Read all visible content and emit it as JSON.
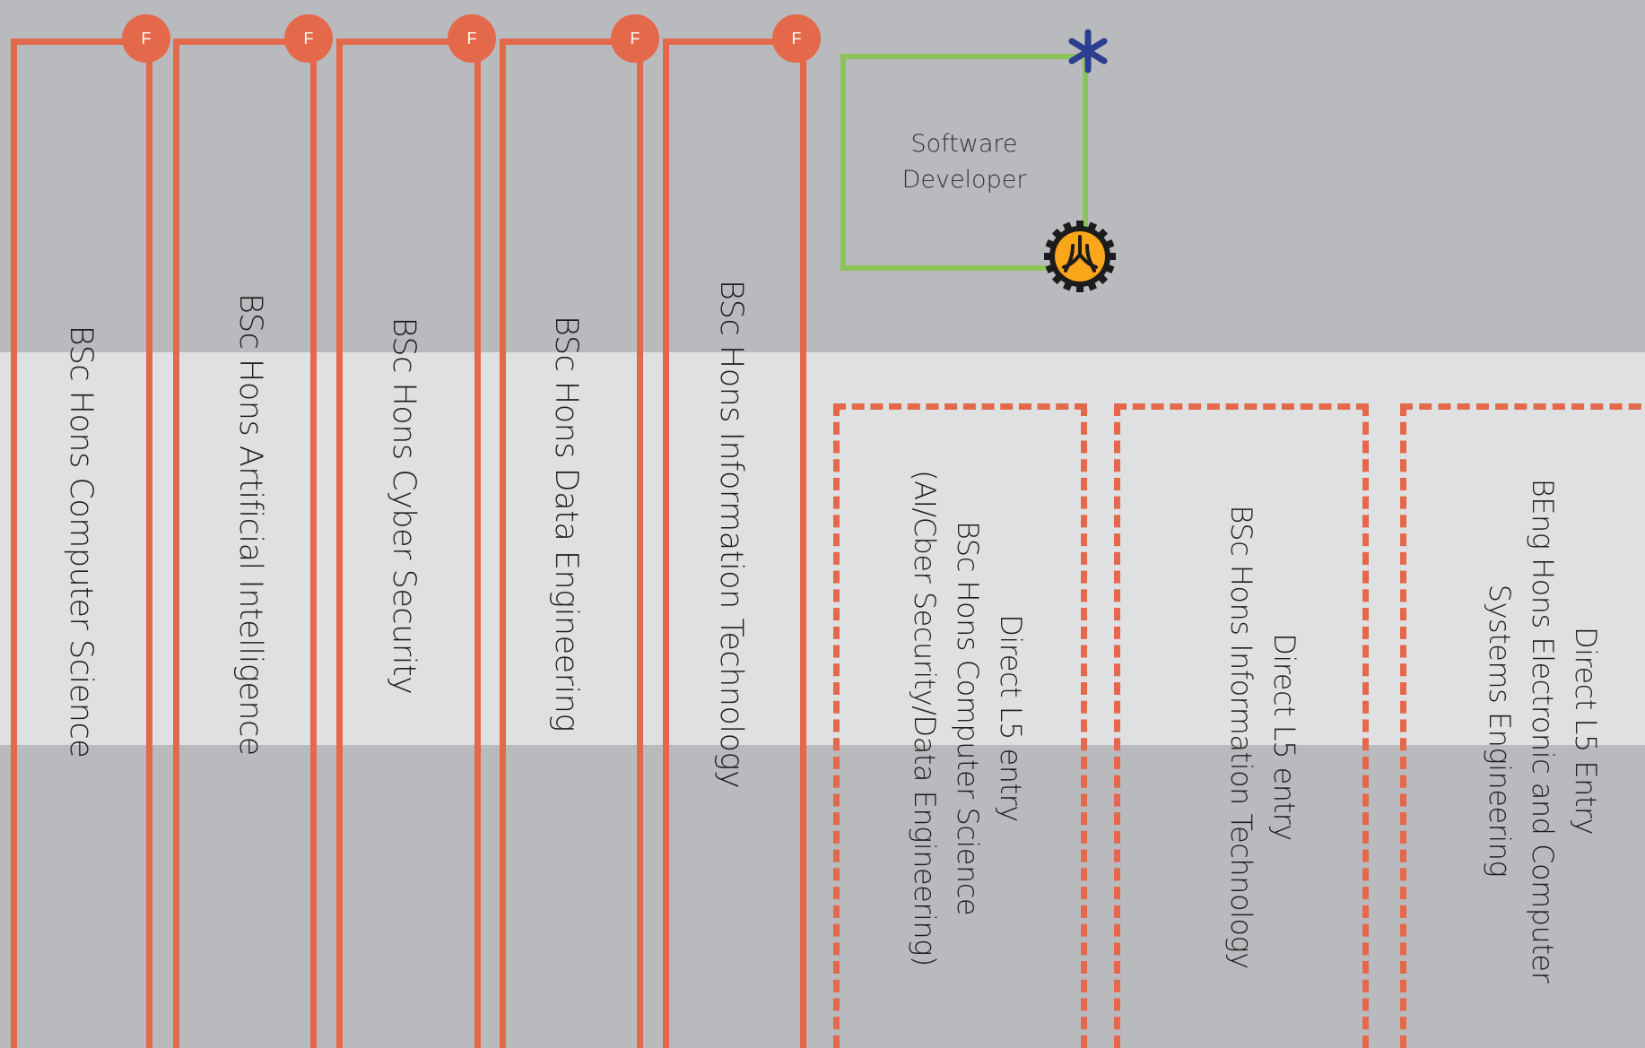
{
  "colors": {
    "band_top": "#b9babd",
    "band_mid": "#dfe0e1",
    "band_bot": "#b9babd",
    "route": "#e4684a",
    "job_border": "#8cc45b",
    "star": "#2b3e8f",
    "gear_ring": "#1c1c1c",
    "gear_fill": "#f9a61b"
  },
  "courses": [
    {
      "label": "BSc Hons Computer Science",
      "badge": "F"
    },
    {
      "label": "BSc Hons Artificial Intelligence",
      "badge": "F"
    },
    {
      "label": "BSc Hons Cyber Security",
      "badge": "F"
    },
    {
      "label": "BSc Hons Data Engineering",
      "badge": "F"
    },
    {
      "label": "BSc Hons Information Technology",
      "badge": "F"
    }
  ],
  "job": {
    "line1": "Software",
    "line2": "Developer",
    "marker_icon": "asterisk-icon",
    "badge_icon": "gear-icon"
  },
  "direct_entries": [
    {
      "line1": "Direct L5 entry",
      "line2": "BSc Hons Computer Science",
      "line3": "(AI/Cber Security/Data Engineering)"
    },
    {
      "line1": "Direct L5 entry",
      "line2": "BSc Hons Information Technology"
    },
    {
      "line1": "Direct L5 Entry",
      "line2": "BEng Hons Electronic and Computer",
      "line3": "Systems Engineering"
    }
  ]
}
